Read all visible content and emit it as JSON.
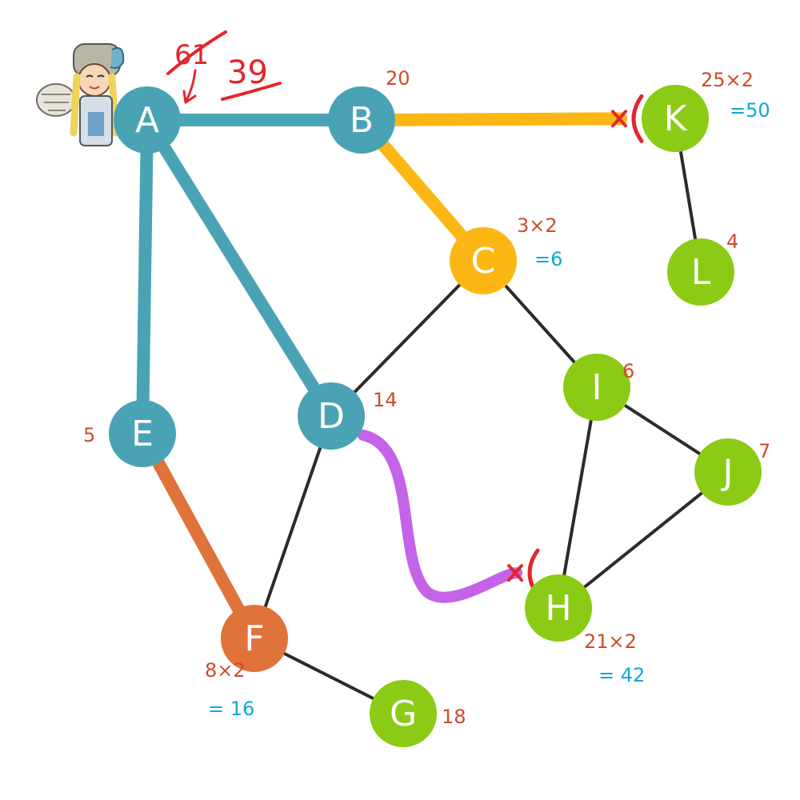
{
  "colors": {
    "teal": "#4aa3b4",
    "orange_yellow": "#fdb714",
    "burnt_orange": "#e0733a",
    "purple": "#c563e8",
    "green": "#8ccb15",
    "edge_black": "#2b2b2b",
    "annotation_red": "#d04a2a",
    "annotation_blue": "#10a6d8",
    "cut_red": "#e3262b"
  },
  "nodes": [
    {
      "id": "A",
      "label": "A",
      "color": "#4aa3b4"
    },
    {
      "id": "B",
      "label": "B",
      "color": "#4aa3b4"
    },
    {
      "id": "C",
      "label": "C",
      "color": "#fdb714"
    },
    {
      "id": "D",
      "label": "D",
      "color": "#4aa3b4"
    },
    {
      "id": "E",
      "label": "E",
      "color": "#4aa3b4"
    },
    {
      "id": "F",
      "label": "F",
      "color": "#e0733a"
    },
    {
      "id": "G",
      "label": "G",
      "color": "#8ccb15"
    },
    {
      "id": "H",
      "label": "H",
      "color": "#8ccb15"
    },
    {
      "id": "I",
      "label": "I",
      "color": "#8ccb15"
    },
    {
      "id": "J",
      "label": "J",
      "color": "#8ccb15"
    },
    {
      "id": "K",
      "label": "K",
      "color": "#8ccb15"
    },
    {
      "id": "L",
      "label": "L",
      "color": "#8ccb15"
    }
  ],
  "edges": [
    {
      "from": "A",
      "to": "B",
      "style": "teal"
    },
    {
      "from": "A",
      "to": "E",
      "style": "teal"
    },
    {
      "from": "A",
      "to": "D",
      "style": "teal"
    },
    {
      "from": "B",
      "to": "K",
      "style": "orange_yellow",
      "cut": true
    },
    {
      "from": "B",
      "to": "C",
      "style": "orange_yellow"
    },
    {
      "from": "C",
      "to": "D",
      "style": "thin"
    },
    {
      "from": "C",
      "to": "I",
      "style": "thin"
    },
    {
      "from": "K",
      "to": "L",
      "style": "thin"
    },
    {
      "from": "E",
      "to": "F",
      "style": "burnt_orange"
    },
    {
      "from": "D",
      "to": "F",
      "style": "thin"
    },
    {
      "from": "D",
      "to": "H",
      "style": "purple",
      "cut": true
    },
    {
      "from": "I",
      "to": "J",
      "style": "thin"
    },
    {
      "from": "I",
      "to": "H",
      "style": "thin"
    },
    {
      "from": "J",
      "to": "H",
      "style": "thin"
    },
    {
      "from": "F",
      "to": "G",
      "style": "thin"
    }
  ],
  "annotations": {
    "A_strike": "61",
    "A_total": "39",
    "B": "20",
    "K_line1": "25×2",
    "K_line2": "=50",
    "C_line1": "3×2",
    "C_line2": "=6",
    "L": "4",
    "I": "6",
    "J": "7",
    "D": "14",
    "E": "5",
    "F_line1": "8×2",
    "F_line2": "= 16",
    "H_line1": "21×2",
    "H_line2": "= 42",
    "G": "18"
  }
}
